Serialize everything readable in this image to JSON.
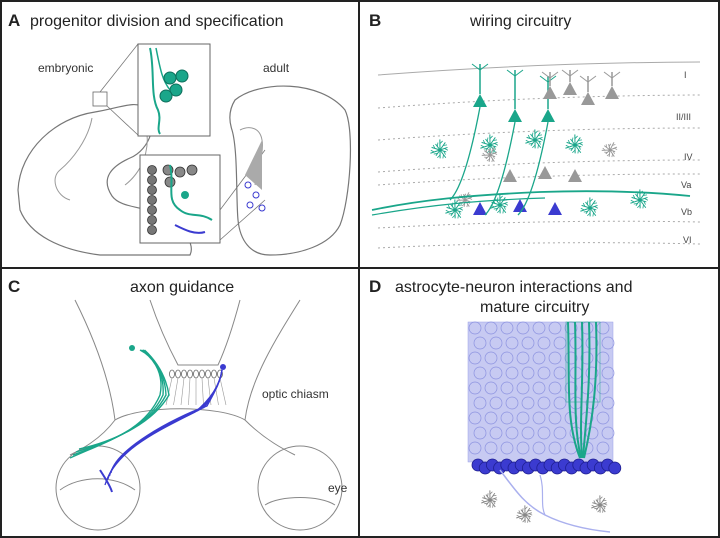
{
  "colors": {
    "green": "#1aa68a",
    "blue": "#3b3bd0",
    "gray": "#888888",
    "border": "#222222",
    "light_blue": "#b9bdf0"
  },
  "panels": {
    "A": {
      "letter": "A",
      "title": "progenitor division and specification",
      "left_label": "embryonic",
      "right_label": "adult"
    },
    "B": {
      "letter": "B",
      "title": "wiring circuitry",
      "layers": [
        "I",
        "II/III",
        "IV",
        "Va",
        "Vb",
        "VI"
      ]
    },
    "C": {
      "letter": "C",
      "title": "axon guidance",
      "label_chiasm": "optic chiasm",
      "label_eye": "eye"
    },
    "D": {
      "letter": "D",
      "title_line1": "astrocyte-neuron interactions and",
      "title_line2": "mature circuitry"
    }
  }
}
